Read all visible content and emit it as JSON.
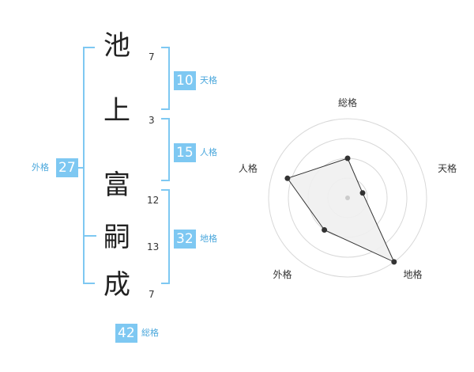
{
  "name": {
    "chars": [
      {
        "char": "池",
        "strokes": "7"
      },
      {
        "char": "上",
        "strokes": "3"
      },
      {
        "char": "富",
        "strokes": "12"
      },
      {
        "char": "嗣",
        "strokes": "13"
      },
      {
        "char": "成",
        "strokes": "7"
      }
    ]
  },
  "kaku": {
    "ten": {
      "value": "10",
      "label": "天格"
    },
    "jin": {
      "value": "15",
      "label": "人格"
    },
    "chi": {
      "value": "32",
      "label": "地格"
    },
    "gai": {
      "value": "27",
      "label": "外格"
    },
    "sou": {
      "value": "42",
      "label": "総格"
    }
  },
  "colors": {
    "bracket": "#7ec8f2",
    "badge": "#7ec8f2",
    "label": "#4aa7dc",
    "radar_fill": "#f0f0f0"
  },
  "chart_data": {
    "type": "radar",
    "axes": [
      "総格",
      "天格",
      "地格",
      "外格",
      "人格"
    ],
    "values": [
      0.5,
      0.2,
      1.0,
      0.5,
      0.8
    ],
    "range": [
      0,
      1
    ],
    "rings": 4
  }
}
